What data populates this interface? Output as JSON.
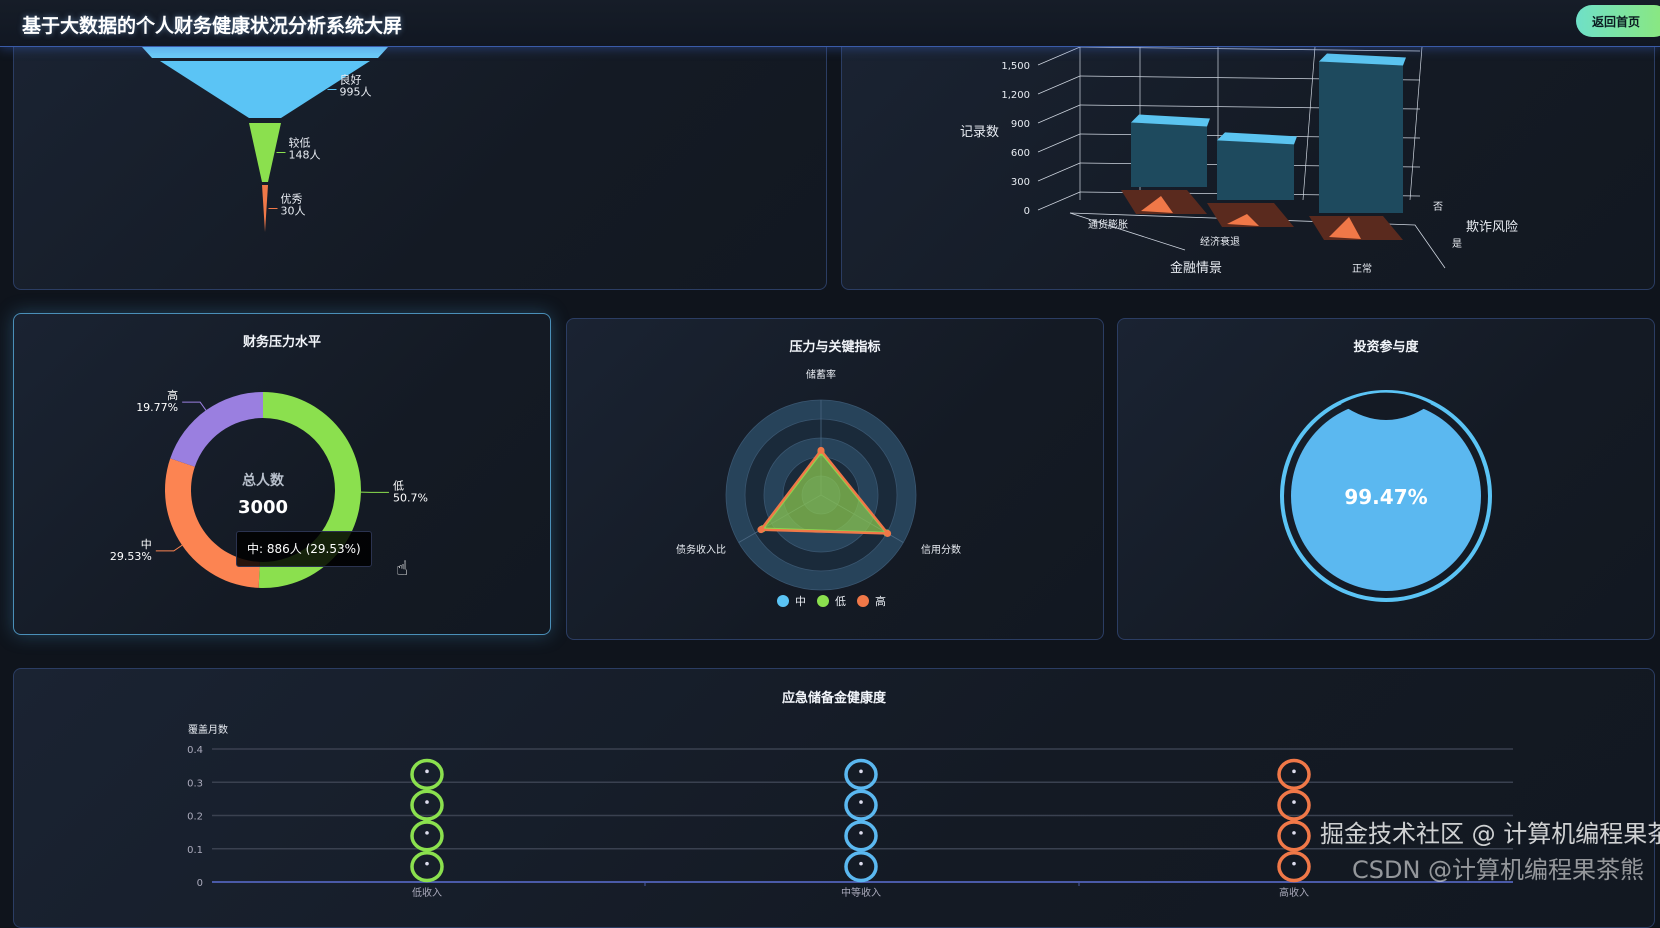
{
  "header": {
    "title": "基于大数据的个人财务健康状况分析系统大屏",
    "home_button": "返回首页"
  },
  "funnel": {
    "chart_data": {
      "type": "funnel",
      "stages": [
        {
          "name": "良好",
          "value": 995,
          "label": "995人",
          "color": "#5bc4f5"
        },
        {
          "name": "较低",
          "value": 148,
          "label": "148人",
          "color": "#8be04e"
        },
        {
          "name": "优秀",
          "value": 30,
          "label": "30人",
          "color": "#f07848"
        }
      ]
    }
  },
  "bar3d": {
    "chart_data": {
      "type": "bar3d",
      "xlabel": "金融情景",
      "ylabel": "记录数",
      "zlabel": "欺诈风险",
      "categories": [
        "通货膨胀",
        "经济衰退",
        "正常"
      ],
      "z_categories": [
        "否",
        "是"
      ],
      "y_ticks": [
        "0",
        "300",
        "600",
        "900",
        "1,200",
        "1,500"
      ],
      "ylim": [
        0,
        1500
      ],
      "series": [
        {
          "name": "否",
          "values": [
            750,
            700,
            1650
          ],
          "color": "#1e4a5e"
        },
        {
          "name": "是",
          "values": [
            60,
            40,
            80
          ],
          "color": "#f07848"
        }
      ]
    }
  },
  "pressure": {
    "title": "财务压力水平",
    "center_label": "总人数",
    "total": "3000",
    "tooltip": "中: 886人 (29.53%)",
    "chart_data": {
      "type": "pie",
      "slices": [
        {
          "name": "低",
          "percent": 50.7,
          "label": "50.7%",
          "color": "#8be04e"
        },
        {
          "name": "中",
          "value": 886,
          "percent": 29.53,
          "label": "29.53%",
          "color": "#fc8452"
        },
        {
          "name": "高",
          "percent": 19.77,
          "label": "19.77%",
          "color": "#9a7fe0"
        }
      ]
    }
  },
  "radar": {
    "title": "压力与关键指标",
    "chart_data": {
      "type": "radar",
      "indicators": [
        "储蓄率",
        "信用分数",
        "债务收入比"
      ],
      "max": 1,
      "series": [
        {
          "name": "中",
          "color": "#5bc4f5",
          "values": [
            0.46,
            0.8,
            0.72
          ]
        },
        {
          "name": "低",
          "color": "#8be04e",
          "values": [
            0.45,
            0.8,
            0.71
          ]
        },
        {
          "name": "高",
          "color": "#f07848",
          "values": [
            0.47,
            0.81,
            0.73
          ]
        }
      ]
    }
  },
  "invest": {
    "title": "投资参与度",
    "value": "99.47%",
    "percent": 99.47,
    "color": "#5bb8f0"
  },
  "reserve": {
    "title": "应急储备金健康度",
    "chart_data": {
      "type": "pictorialBar",
      "ylabel": "覆盖月数",
      "ylim": [
        0,
        0.4
      ],
      "y_ticks": [
        "0",
        "0.1",
        "0.2",
        "0.3",
        "0.4"
      ],
      "categories": [
        "低收入",
        "中等收入",
        "高收入"
      ],
      "values": [
        0.37,
        0.37,
        0.37
      ],
      "colors": [
        "#8be04e",
        "#5bb8f0",
        "#f07848"
      ]
    }
  },
  "watermark": [
    "掘金技术社区 @ 计算机编程果茶熊",
    "CSDN @计算机编程果茶熊"
  ]
}
